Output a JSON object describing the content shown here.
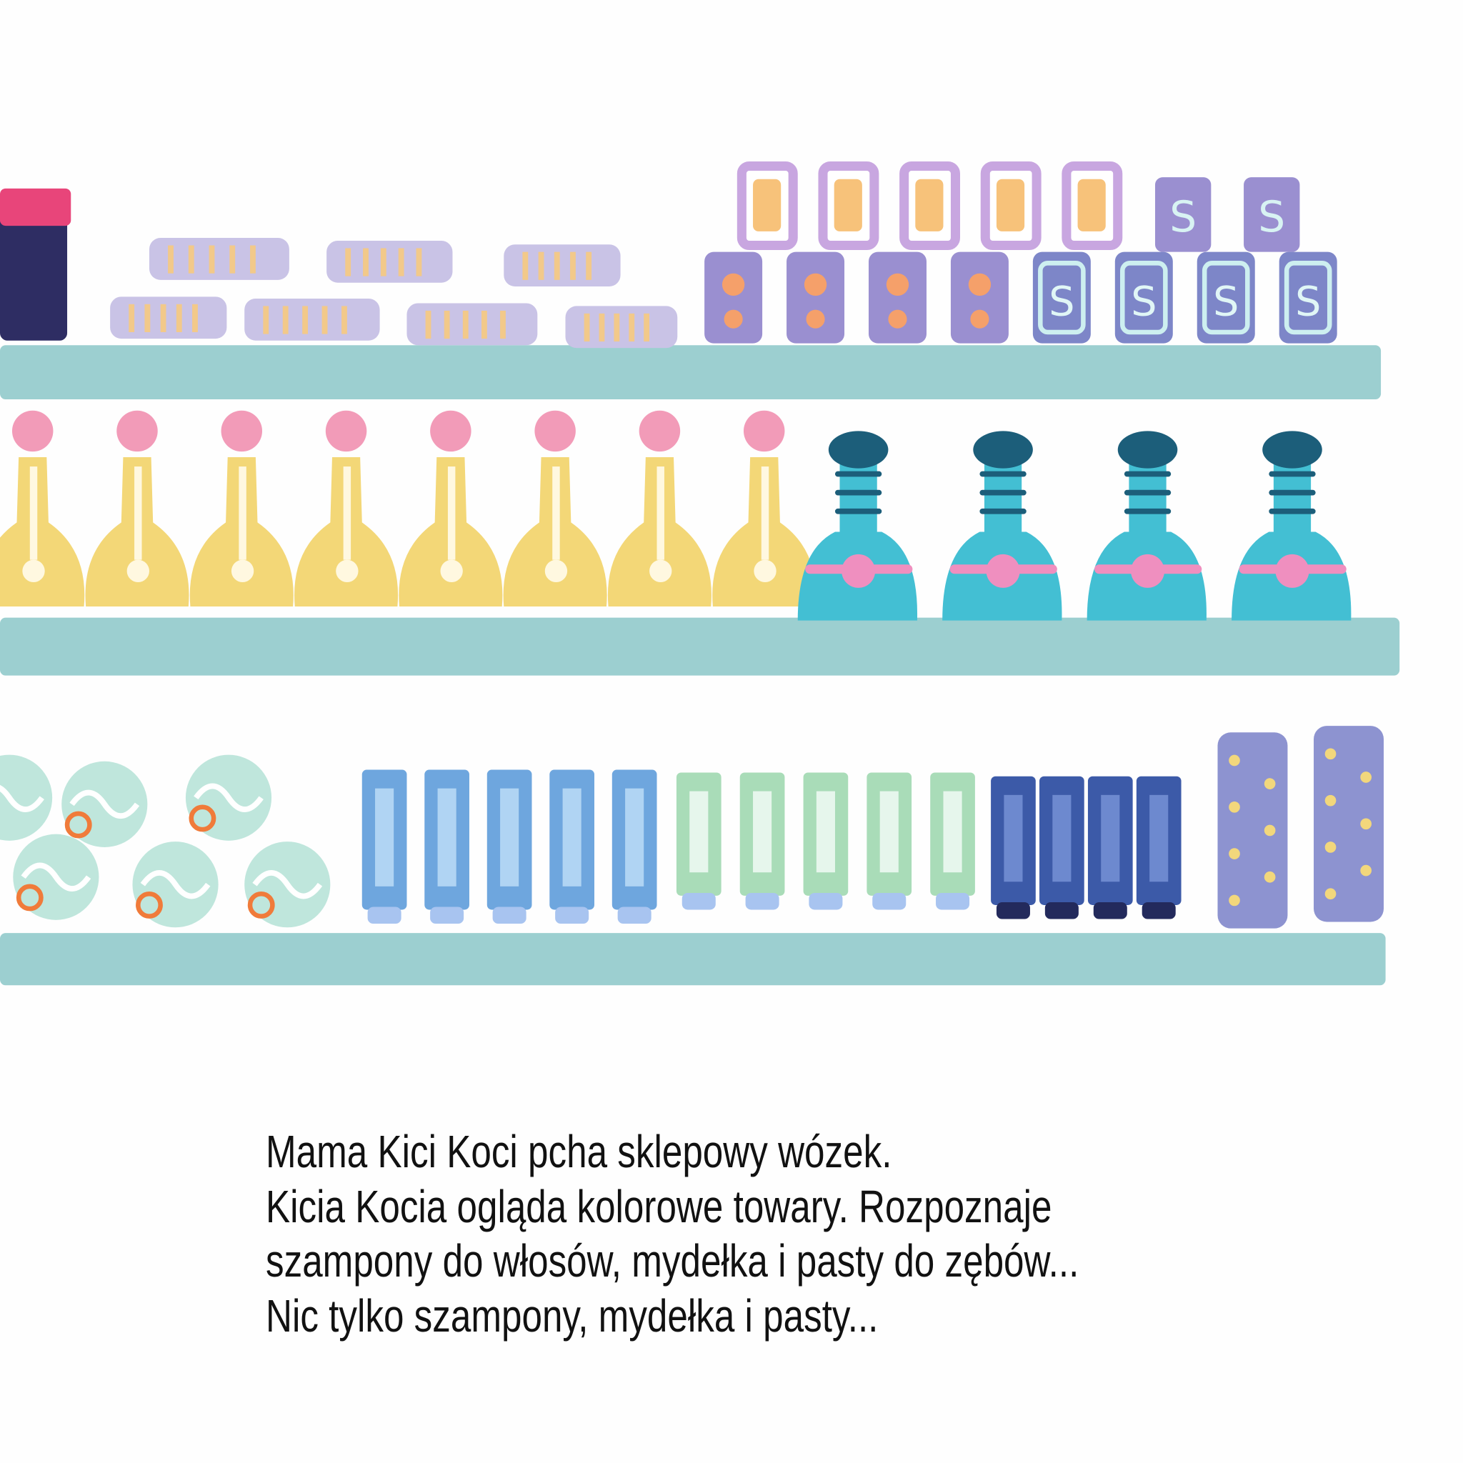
{
  "story": {
    "lines": [
      "Mama Kici Koci pcha sklepowy wózek.",
      "Kicia Kocia ogląda kolorowe towary. Rozpoznaje",
      "szampony do włosów, mydełka i pasty do zębów...",
      "Nic tylko szampony, mydełka i pasty..."
    ]
  },
  "colors": {
    "shelf": "#9ccfd0",
    "soap_lavender": "#c9c3e6",
    "soap_stripe": "#f2c98a",
    "box_purple": "#9a8fd0",
    "box_orange": "#f5a06a",
    "yellow_bottle": "#f3d777",
    "pink_flower": "#f29bb8",
    "teal_bottle": "#43bfd3",
    "dark_teal": "#1c5e7a",
    "mint_ball": "#bfe6dc",
    "blue_tube": "#6ea6de",
    "green_tube": "#a9dcb8",
    "navy_tube": "#3c5aa8",
    "big_can": "#8d93d0"
  }
}
